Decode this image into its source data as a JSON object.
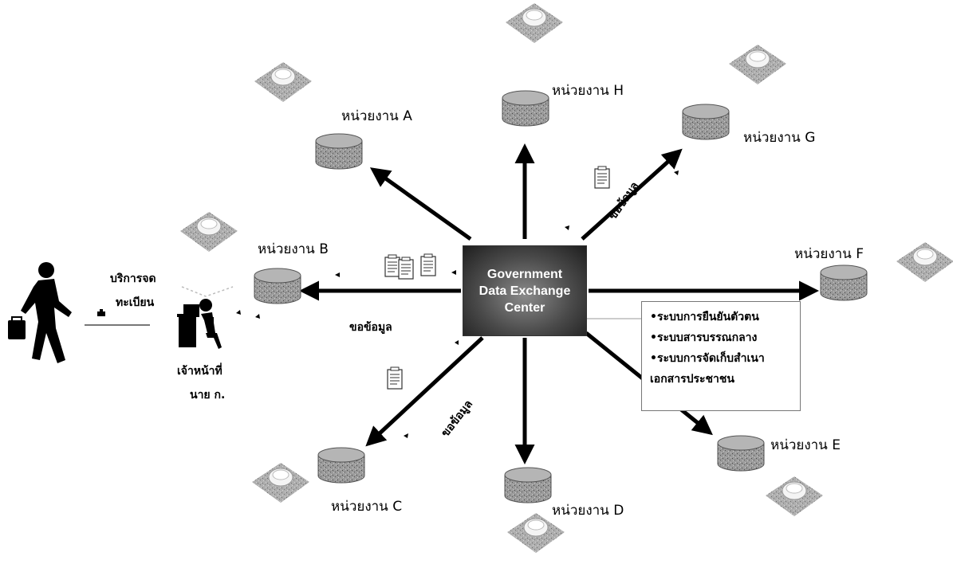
{
  "center": {
    "line1": "Government",
    "line2": "Data Exchange",
    "line3": "Center"
  },
  "agencies": {
    "a": "หน่วยงาน A",
    "b": "หน่วยงาน B",
    "c": "หน่วยงาน C",
    "d": "หน่วยงาน D",
    "e": "หน่วยงาน E",
    "f": "หน่วยงาน F",
    "g": "หน่วยงาน G",
    "h": "หน่วยงาน H"
  },
  "request_labels": {
    "left": "ขอข้อมูล",
    "upper_right": "ขอข้อมูล",
    "lower_left": "ขอข้อมูล"
  },
  "citizen_service": {
    "line1": "บริการจด",
    "line2": "ทะเบียน"
  },
  "officer": {
    "role": "เจ้าหน้าที่",
    "name": "นาย ก."
  },
  "services": [
    "•ระบบการยืนยันตัวตน",
    "•ระบบสารบรรณกลาง",
    "•ระบบการจัดเก็บสำเนา",
    "เอกสารประชาชน"
  ],
  "colors": {
    "arrow": "#000000",
    "center_bg": "#4a4a4a",
    "center_text": "#ffffff",
    "database": "#8c8c8c"
  }
}
